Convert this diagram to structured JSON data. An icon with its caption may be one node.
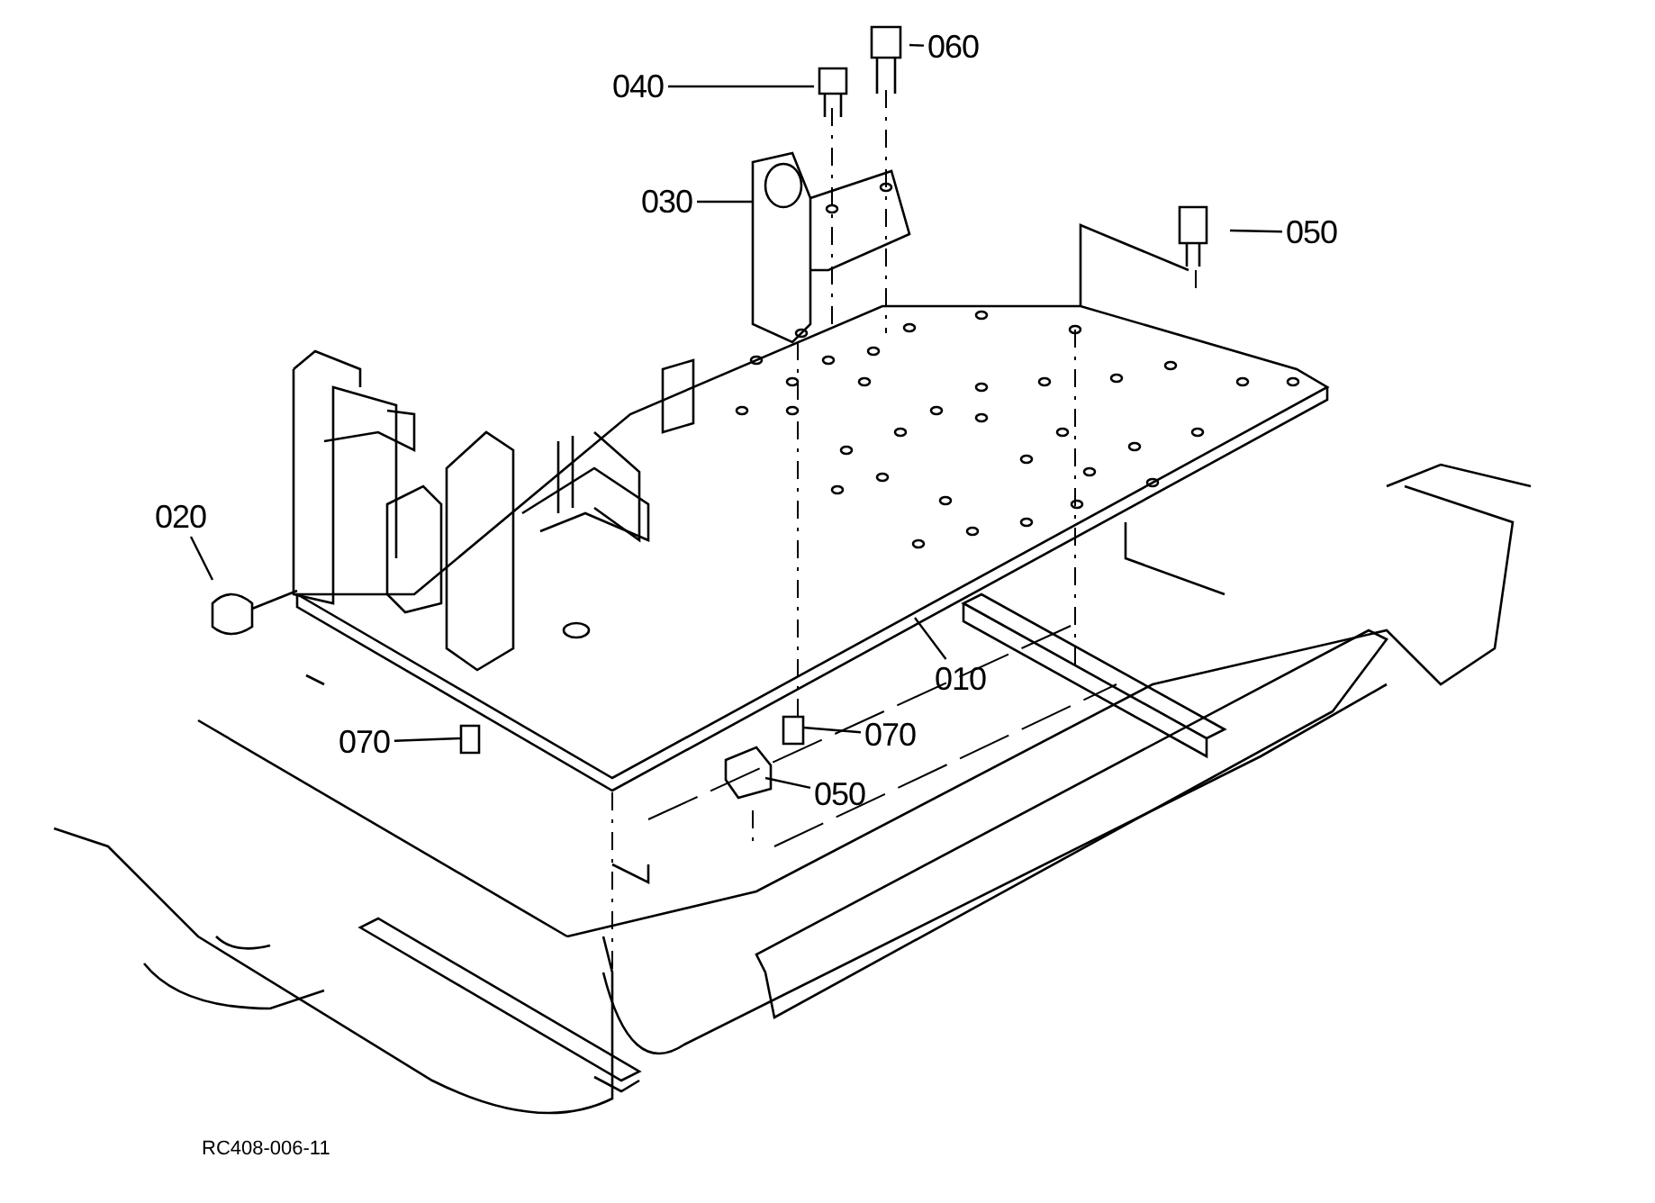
{
  "diagram": {
    "nodes": [
      {
        "text": [
          "040"
        ]
      },
      {
        "text": [
          "060"
        ]
      },
      {
        "text": [
          "030"
        ]
      },
      {
        "text": [
          "050"
        ]
      },
      {
        "text": [
          "020"
        ]
      },
      {
        "text": [
          "010"
        ]
      },
      {
        "text": [
          "070"
        ]
      },
      {
        "text": [
          "070"
        ]
      },
      {
        "text": [
          "050"
        ]
      }
    ],
    "edges": [
      {
        "from": 0,
        "to": null,
        "arrow": "none"
      },
      {
        "from": 1,
        "to": null,
        "arrow": "none"
      },
      {
        "from": 2,
        "to": null,
        "arrow": "none"
      },
      {
        "from": 3,
        "to": null,
        "arrow": "none"
      },
      {
        "from": 4,
        "to": null,
        "arrow": "none"
      },
      {
        "from": 5,
        "to": null,
        "arrow": "none"
      },
      {
        "from": 6,
        "to": null,
        "arrow": "none"
      },
      {
        "from": 7,
        "to": null,
        "arrow": "none"
      },
      {
        "from": 8,
        "to": null,
        "arrow": "none"
      }
    ],
    "labels": [
      "RC408-006-11"
    ]
  }
}
